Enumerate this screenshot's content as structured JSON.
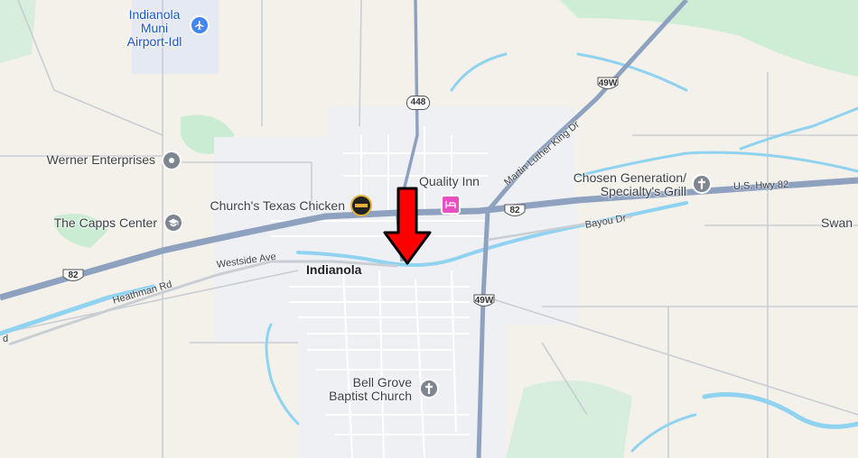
{
  "map": {
    "places": {
      "indianola": "Indianola",
      "swan": "Swan"
    },
    "pois": {
      "airport": "Indianola\nMuni\nAirport-Idl",
      "werner": "Werner Enterprises",
      "capps": "The Capps Center",
      "churchs": "Church's Texas Chicken",
      "quality_inn": "Quality Inn",
      "chosen": "Chosen Generation/\nSpecialty's Grill",
      "bell_grove": "Bell Grove\nBaptist Church"
    },
    "roads": {
      "mlk": "Martin Luther King Dr",
      "us82": "U.S. Hwy 82",
      "bayou": "Bayou Dr",
      "westside": "Westside Ave",
      "heathman": "Heathman Rd",
      "edge": "d"
    },
    "shields": {
      "s448": "448",
      "s49w_top": "49W",
      "s82_center": "82",
      "s82_west": "82",
      "s49w_south": "49W"
    },
    "colors": {
      "land": "#f3f1ea",
      "urban": "#eff0f4",
      "park": "#c9ecd2",
      "water": "#8fd3f0",
      "highway": "#8ea2c0",
      "arrow": "#ff0000"
    }
  }
}
